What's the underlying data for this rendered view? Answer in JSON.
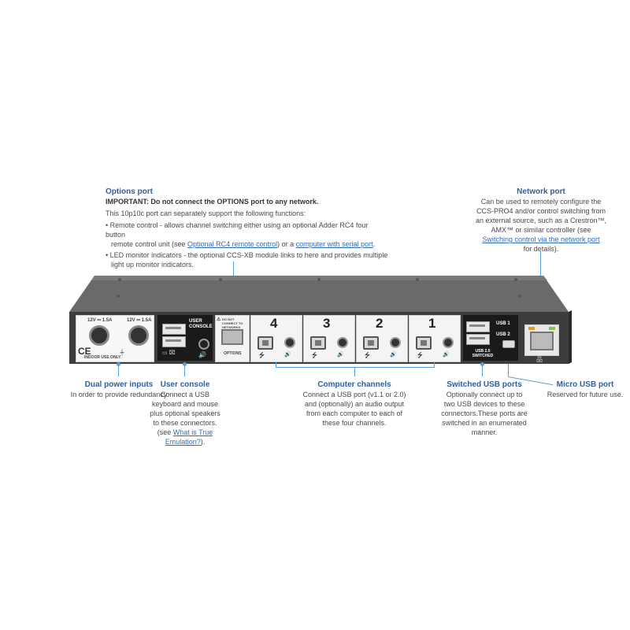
{
  "options_port": {
    "heading": "Options port",
    "important": "IMPORTANT: Do not connect the OPTIONS port to any network.",
    "intro": "This 10p10c port can separately support the following functions:",
    "bullet1_a": "• Remote control - allows channel switching either using an optional Adder RC4 four button",
    "bullet1_b": "remote control unit (see ",
    "bullet1_link1": "Optional RC4 remote control",
    "bullet1_c": ") or a ",
    "bullet1_link2": "computer with serial port",
    "bullet1_d": ".",
    "bullet2_a": "• LED monitor indicators - the optional CCS-XB module links to here and provides multiple",
    "bullet2_b": "light up monitor indicators."
  },
  "network_port": {
    "heading": "Network port",
    "l1": "Can be used to remotely configure the",
    "l2": "CCS-PRO4 and/or control switching from",
    "l3": "an external source, such as a Crestron™,",
    "l4": "AMX™ or similar controller (see",
    "link": "Switching control via the network port",
    "l5": "for details)."
  },
  "dual_power": {
    "heading": "Dual power inputs",
    "text": "In order to provide redundancy"
  },
  "user_console": {
    "heading": "User console",
    "l1": "Connect a USB",
    "l2": "keyboard and mouse",
    "l3": "plus optional speakers",
    "l4": "to these connectors.",
    "l5": "(see ",
    "link": "What is True Emulation?",
    "l6": ")."
  },
  "computer_channels": {
    "heading": "Computer channels",
    "l1": "Connect a USB port (v1.1 or 2.0)",
    "l2": "and (optionally) an audio output",
    "l3": "from each computer to each of",
    "l4": "these four channels."
  },
  "switched_usb": {
    "heading": "Switched USB ports",
    "l1": "Optionally connect up to",
    "l2": "two USB devices to these",
    "l3": "connectors.These ports are",
    "l4": "switched in an enumerated",
    "l5": "manner."
  },
  "micro_usb": {
    "heading": "Micro USB port",
    "text": "Reserved for future use."
  },
  "device": {
    "channels": [
      "4",
      "3",
      "2",
      "1"
    ],
    "power_label": "12V ⎓ 1.5A",
    "indoor_label": "INDOOR USE ONLY",
    "user_console_label": "USER CONSOLE",
    "options_label": "OPTIONS",
    "do_not_connect_label": "DO NOT CONNECT TO NETWORKS",
    "usb1_label": "USB 1",
    "usb2_label": "USB 2",
    "usb_switched_label": "USB 2.0 SWITCHED",
    "usb_symbol": "⭍",
    "speaker_symbol": "🔊"
  },
  "colors": {
    "heading": "#2f5f9e",
    "callout_line": "#5aa0d8",
    "chassis": "#3d3d3d"
  }
}
